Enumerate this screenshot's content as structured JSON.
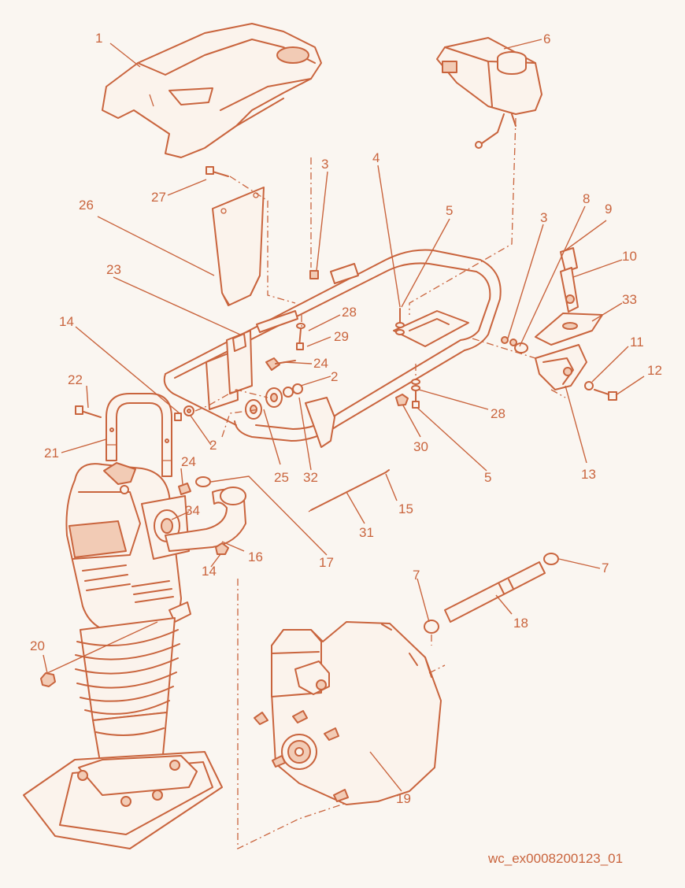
{
  "diagram": {
    "document_id": "wc_ex0008200123_01",
    "accent_color": "#c9643d",
    "callouts": [
      "1",
      "2",
      "2",
      "3",
      "3",
      "4",
      "5",
      "5",
      "6",
      "7",
      "7",
      "8",
      "9",
      "10",
      "11",
      "12",
      "13",
      "14",
      "14",
      "15",
      "16",
      "17",
      "18",
      "19",
      "20",
      "21",
      "22",
      "23",
      "24",
      "24",
      "25",
      "26",
      "27",
      "28",
      "28",
      "29",
      "30",
      "31",
      "32",
      "33",
      "34"
    ]
  }
}
